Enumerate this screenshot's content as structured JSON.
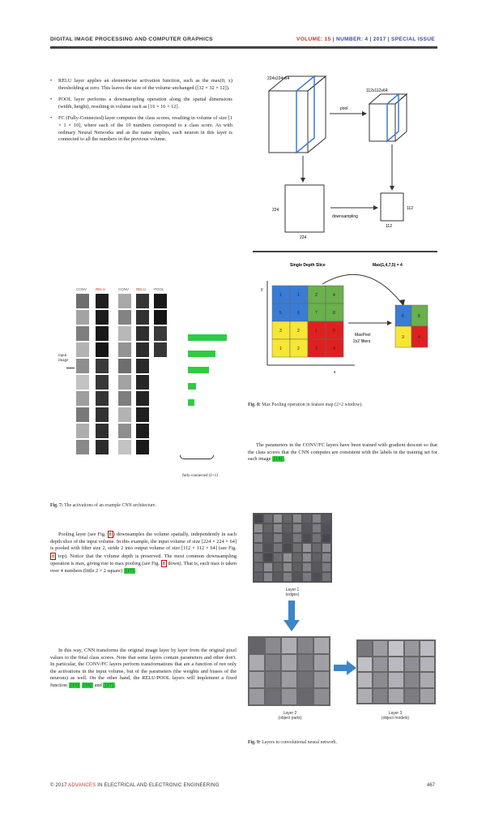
{
  "header": {
    "journal": "DIGITAL IMAGE PROCESSING AND COMPUTER GRAPHICS",
    "volume_part1": "VOLUME: 15",
    "volume_part2": " | NUMBER: 4 | 2017 | SPECIAL ISSUE"
  },
  "bullets": [
    "RELU layer applies an elementwise activation function, such as the max(0, x) thresholding at zero. This leaves the size of the volume unchanged ([32 × 32 × 12]).",
    "POOL layer performs a downsampling operation along the spatial dimensions (width, height), resulting in volume such as [16 × 16 × 12].",
    "FC (Fully-Connected) layer computes the class scores, resulting in volume of size [1 × 1 × 10], where each of the 10 numbers correspond to a class score. As with ordinary Neural Networks and as the name implies, each neuron in this layer is connected to all the numbers in the previous volume."
  ],
  "fig_pool_volume": {
    "in_size": "224x224x64",
    "out_size": "112x112x64",
    "op": "pool",
    "in_dim": "224",
    "out_dim": "112",
    "arrow_label": "downsampling"
  },
  "fig_maxpool": {
    "title_left": "Single Depth Slice",
    "title_right": "Max(1,4,7,5) = 4",
    "axis_x": "x",
    "axis_y": "y",
    "filter_label_1": "MaxPool",
    "filter_label_2": "2x2 filters",
    "grid": [
      "1",
      "1",
      "2",
      "4",
      "5",
      "6",
      "7",
      "8",
      "3",
      "2",
      "1",
      "0",
      "1",
      "2",
      "3",
      "4"
    ],
    "result": [
      "6",
      "8",
      "3",
      "4"
    ]
  },
  "fig8_caption_num": "Fig. 8:",
  "fig8_caption": "Max Pooling operation in feature map (2×2 window).",
  "fig7_caption_num": "Fig. 7:",
  "fig7_caption": "The activations of an example CNN architecture.",
  "fig7_labels": {
    "input": "input image",
    "fc": "fully-connected (1×1)",
    "col_tags": [
      "CONV",
      "RELU",
      "CONV",
      "RELU",
      "POOL"
    ]
  },
  "right_para": {
    "text": "The parameters in the CONV/FC layers have been trained with gradient descent so that the class scores that the CNN computes are consistent with the labels in the training set for each image",
    "cite": "[18]",
    "tail": "."
  },
  "pooling_para": {
    "p1": "Pooling layer (see Fig.",
    "r1": "8",
    "p2": ") downsamples the volume spatially, independently in each depth slice of the input volume. In this example, the input volume of size [224 × 224 × 64] is pooled with filter size 2, stride 2 into output volume of size [112 × 112 × 64] (see Fig.",
    "r2": "8",
    "p3": " top). Notice that the volume depth is preserved. The most common downsampling operation is max, giving rise to max pooling (see Fig.",
    "r3": "8",
    "p4": " down). That is, each max is taken over 4 numbers (little 2 × 2 square)",
    "c1": "[17]",
    "p5": "."
  },
  "cnn_para": {
    "text": "In this way, CNN transforms the original image layer by layer from the original pixel values to the final class scores. Note that some layers contain parameters and other don't. In particular, the CONV/FC layers perform transformations that are a function of not only the activations in the input volume, but of the parameters (the weights and biases of the neurons) as well. On the other hand, the RELU/POOL layers will implement a fixed function",
    "c1": "[15]",
    "c2": "[16]",
    "and": " and ",
    "c3": "[17]",
    "tail": "."
  },
  "fig9": {
    "layer1": "Layer 1",
    "layer1_sub": "(edges)",
    "layer2": "Layer 2",
    "layer2_sub": "(object parts)",
    "layer3": "Layer 3",
    "layer3_sub": "(object models)"
  },
  "fig9_caption_num": "Fig. 9:",
  "fig9_caption": "Layers in convolutional neural network.",
  "footer": {
    "copyright": "© 2017 ",
    "journal_red": "ADVANCES",
    "journal_rest": " IN ELECTRICAL AND ELECTRONIC ENGINEERING",
    "page": "467"
  },
  "colors": {
    "blue": "#3a7bd5",
    "green": "#6ab04c",
    "yellow": "#f7e633",
    "red": "#e02020",
    "cite": "#2ecc40"
  }
}
